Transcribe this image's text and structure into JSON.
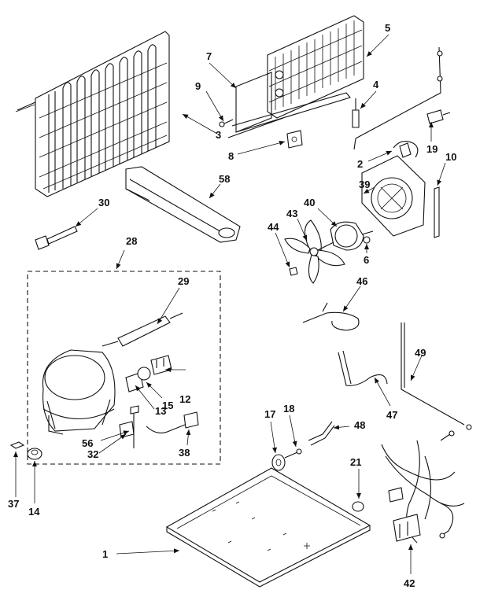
{
  "labels": {
    "p1": "1",
    "p2": "2",
    "p3": "3",
    "p4": "4",
    "p5": "5",
    "p6": "6",
    "p7": "7",
    "p8": "8",
    "p9": "9",
    "p10": "10",
    "p12": "12",
    "p13": "13",
    "p14": "14",
    "p15": "15",
    "p17": "17",
    "p18": "18",
    "p19": "19",
    "p21": "21",
    "p28": "28",
    "p29": "29",
    "p30": "30",
    "p32": "32",
    "p37": "37",
    "p38": "38",
    "p39": "39",
    "p40": "40",
    "p42": "42",
    "p43": "43",
    "p44": "44",
    "p46": "46",
    "p47": "47",
    "p48": "48",
    "p49": "49",
    "p56": "56",
    "p58": "58"
  }
}
